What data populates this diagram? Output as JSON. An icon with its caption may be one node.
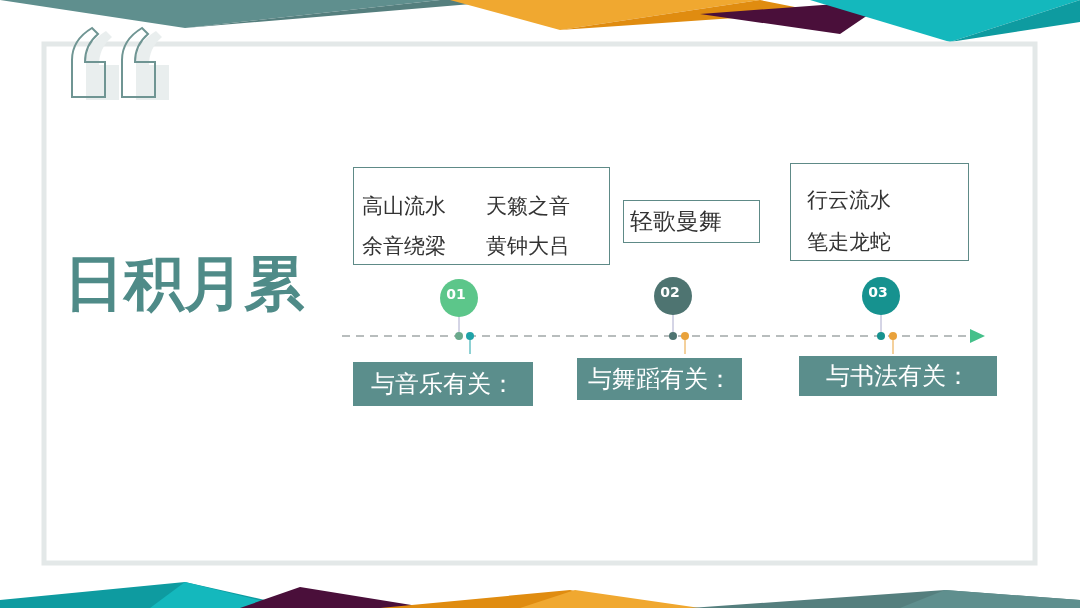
{
  "diagram": {
    "title": "日积月累",
    "nodes": [
      {
        "text": [
          "高山流水",
          "天籁之音",
          "余音绕梁",
          "黄钟大吕"
        ]
      },
      {
        "text": [
          "轻歌曼舞"
        ]
      },
      {
        "text": [
          "行云流水",
          "笔走龙蛇"
        ]
      },
      {
        "text": [
          "01"
        ]
      },
      {
        "text": [
          "02"
        ]
      },
      {
        "text": [
          "03"
        ]
      },
      {
        "text": [
          "与音乐有关："
        ]
      },
      {
        "text": [
          "与舞蹈有关："
        ]
      },
      {
        "text": [
          "与书法有关："
        ]
      }
    ]
  }
}
